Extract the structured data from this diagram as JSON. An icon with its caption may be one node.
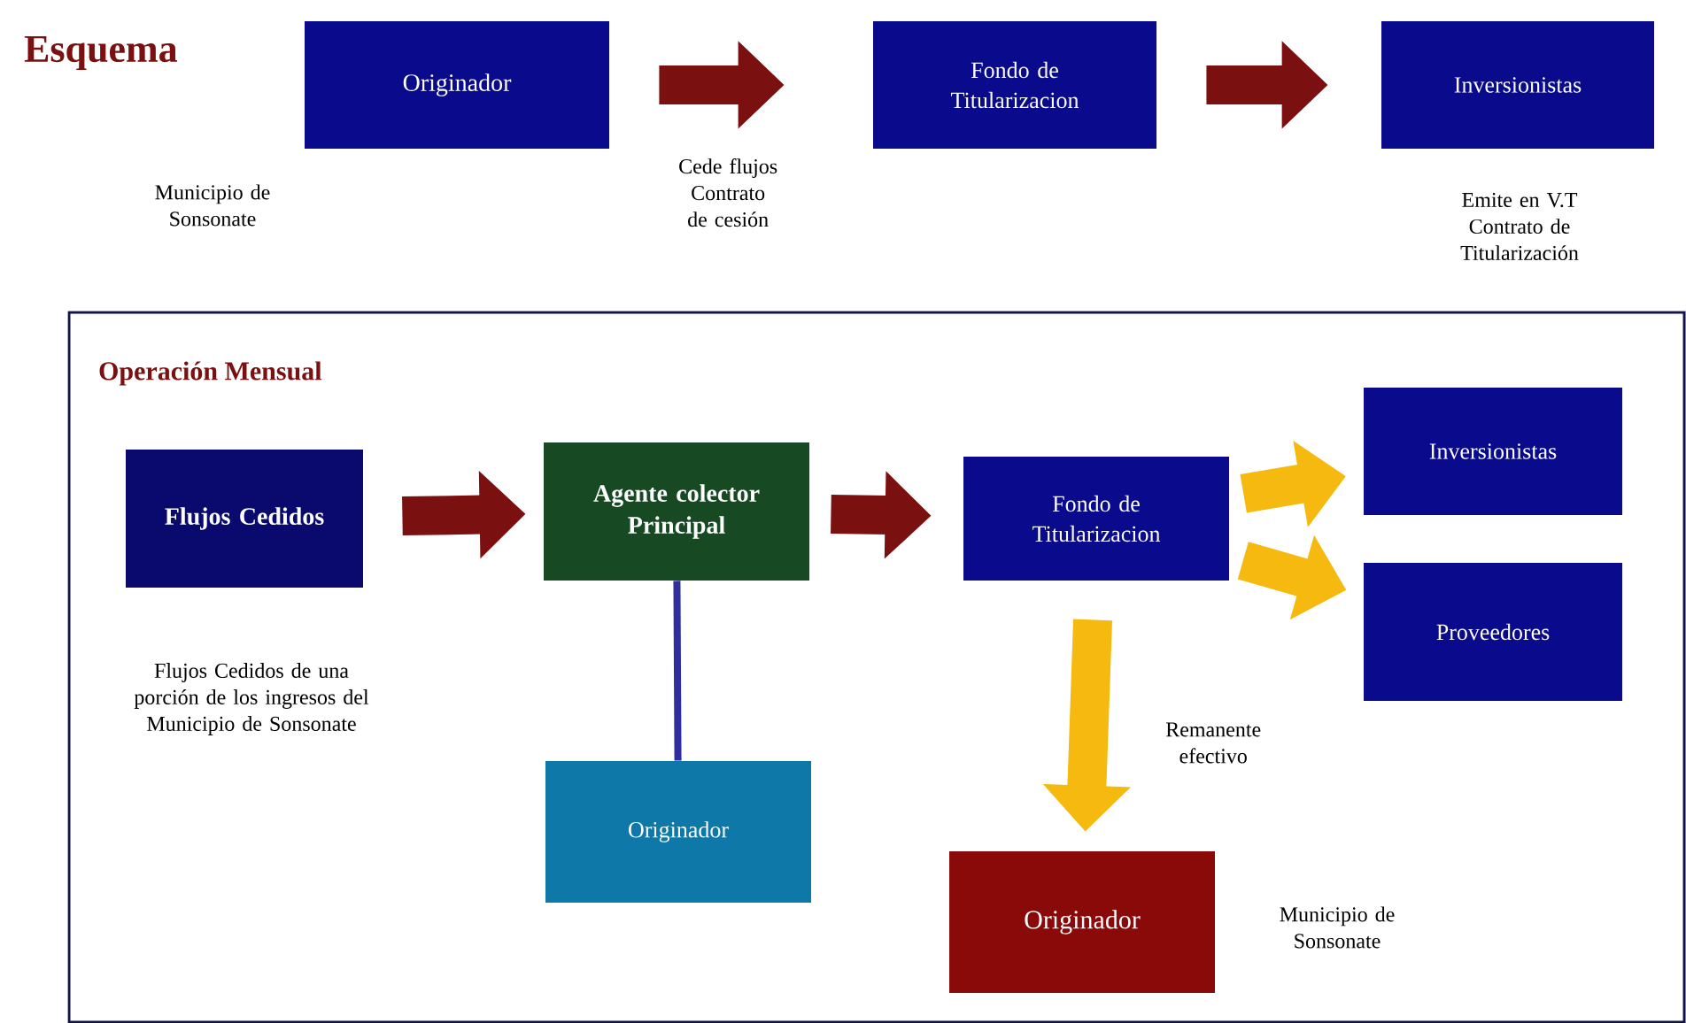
{
  "diagram": {
    "title": "Esquema",
    "nodes": [
      {
        "text": [
          "Originador"
        ],
        "beside": [
          "Municipio de Sonsonate"
        ]
      },
      {
        "text": [
          "Fondo de Titularizacion"
        ]
      },
      {
        "text": [
          "Inversionistas"
        ],
        "beside": [
          "Emite en V.T Contrato de Titularización"
        ]
      },
      {
        "text": [
          "Operación Mensual"
        ]
      },
      {
        "text": [
          "Flujos Cedidos"
        ],
        "in": 3,
        "beside": [
          "Flujos Cedidos de una porción de los ingresos del Municipio de Sonsonate"
        ]
      },
      {
        "text": [
          "Agente colector Principal"
        ],
        "in": 3
      },
      {
        "text": [
          "Originador"
        ],
        "in": 3
      },
      {
        "text": [
          "Fondo de Titularizacion"
        ],
        "in": 3
      },
      {
        "text": [
          "Inversionistas"
        ],
        "in": 3
      },
      {
        "text": [
          "Proveedores"
        ],
        "in": 3
      },
      {
        "text": [
          "Originador"
        ],
        "in": 3,
        "beside": [
          "Municipio de Sonsonate"
        ]
      }
    ],
    "edges": [
      {
        "from": 0,
        "to": 1,
        "arrow": "to",
        "label": "Cede flujos Contrato de cesión"
      },
      {
        "from": 1,
        "to": 2,
        "arrow": "to"
      },
      {
        "from": 4,
        "to": 5,
        "arrow": "to"
      },
      {
        "from": 5,
        "to": 7,
        "arrow": "to"
      },
      {
        "from": 7,
        "to": 8,
        "arrow": "to",
        "color": "#f5b90f"
      },
      {
        "from": 7,
        "to": 9,
        "arrow": "to",
        "color": "#f5b90f"
      },
      {
        "from": 7,
        "to": 10,
        "arrow": "to",
        "color": "#f5b90f",
        "label": "Remanente efectivo"
      },
      {
        "from": 5,
        "to": 6,
        "arrow": "none",
        "color": "#2e2e9e"
      }
    ]
  }
}
